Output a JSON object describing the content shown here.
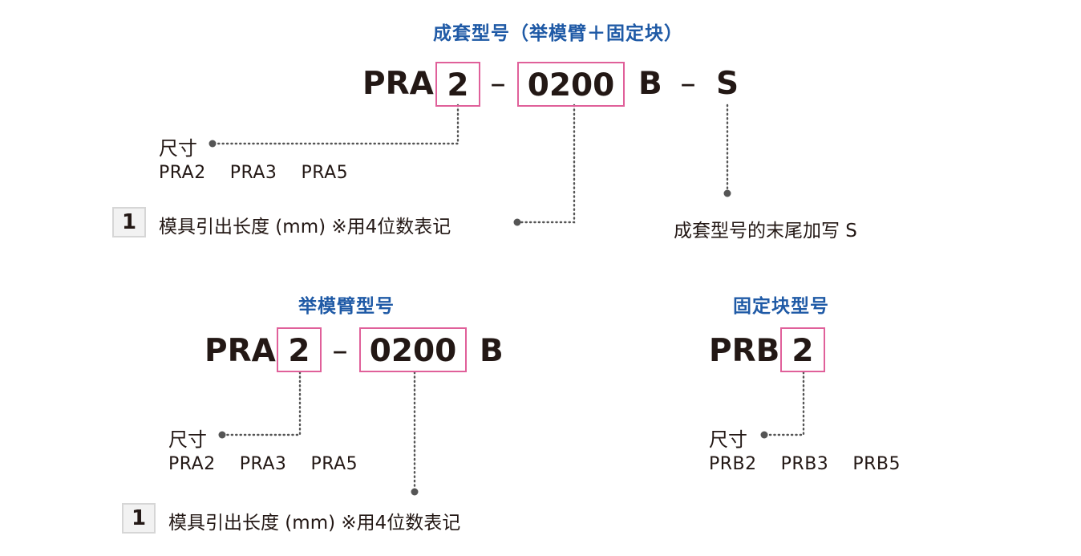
{
  "top": {
    "title": "成套型号（举模臂＋固定块）",
    "prefix": "PRA",
    "size": "2",
    "dash1": "–",
    "length": "0200",
    "type": "B",
    "dash2": "–",
    "suffix": "S",
    "size_label": "尺寸",
    "size_options": [
      "PRA2",
      "PRA3",
      "PRA5"
    ],
    "note_number": "1",
    "note_text": "模具引出长度 (mm) ※用4位数表记",
    "suffix_note": "成套型号的末尾加写 S"
  },
  "left": {
    "title": "举模臂型号",
    "prefix": "PRA",
    "size": "2",
    "dash": "–",
    "length": "0200",
    "type": "B",
    "size_label": "尺寸",
    "size_options": [
      "PRA2",
      "PRA3",
      "PRA5"
    ],
    "note_number": "1",
    "note_text": "模具引出长度 (mm) ※用4位数表记"
  },
  "right": {
    "title": "固定块型号",
    "prefix": "PRB",
    "size": "2",
    "size_label": "尺寸",
    "size_options": [
      "PRB2",
      "PRB3",
      "PRB5"
    ]
  },
  "colors": {
    "title": "#1f5aa6",
    "box_border": "#e0609a",
    "text": "#231815",
    "leader": "#555555"
  }
}
